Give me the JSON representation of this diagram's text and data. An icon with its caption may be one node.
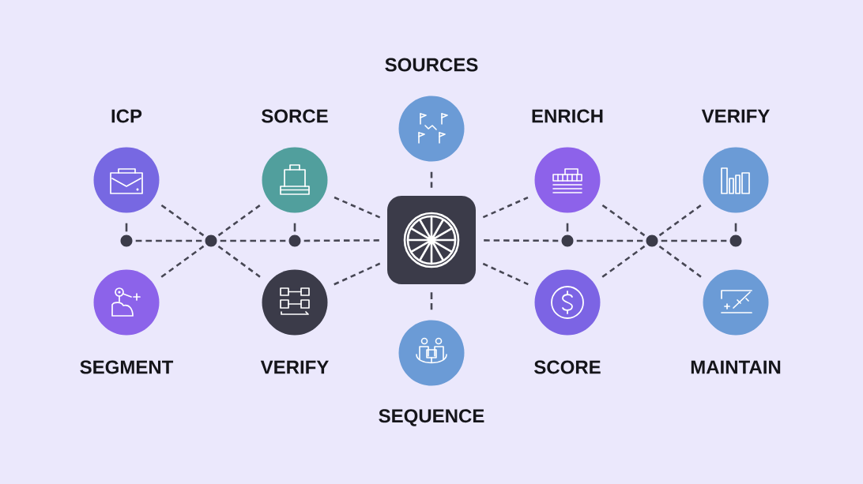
{
  "diagram": {
    "nodes": [
      {
        "text": [
          "SOURCES"
        ]
      },
      {
        "text": [
          "ICP"
        ]
      },
      {
        "text": [
          "SORCE"
        ]
      },
      {
        "text": [
          "ENRICH"
        ]
      },
      {
        "text": [
          "VERIFY"
        ]
      },
      {
        "text": [],
        "shape": "dot"
      },
      {
        "text": [],
        "shape": "dot"
      },
      {
        "text": [],
        "shape": "dot"
      },
      {
        "text": [],
        "shape": "box"
      },
      {
        "text": [],
        "shape": "dot"
      },
      {
        "text": [],
        "shape": "dot"
      },
      {
        "text": [],
        "shape": "dot"
      },
      {
        "text": [
          "SEGMENT"
        ]
      },
      {
        "text": [
          "VERIFY"
        ]
      },
      {
        "text": [
          "SCORE"
        ]
      },
      {
        "text": [
          "MAINTAIN"
        ]
      },
      {
        "text": [
          "SEQUENCE"
        ]
      }
    ],
    "edges": [
      {
        "from": 1,
        "to": 5,
        "arrow": "none",
        "style": "dashed"
      },
      {
        "from": 5,
        "to": 6,
        "arrow": "none",
        "style": "dashed"
      },
      {
        "from": 1,
        "to": 6,
        "arrow": "none",
        "style": "dashed"
      },
      {
        "from": 12,
        "to": 6,
        "arrow": "none",
        "style": "dashed"
      },
      {
        "from": 6,
        "to": 2,
        "arrow": "none",
        "style": "dashed"
      },
      {
        "from": 6,
        "to": 13,
        "arrow": "none",
        "style": "dashed"
      },
      {
        "from": 6,
        "to": 7,
        "arrow": "none",
        "style": "dashed"
      },
      {
        "from": 2,
        "to": 7,
        "arrow": "none",
        "style": "dashed"
      },
      {
        "from": 7,
        "to": 8,
        "arrow": "none",
        "style": "dashed"
      },
      {
        "from": 2,
        "to": 8,
        "arrow": "none",
        "style": "dashed"
      },
      {
        "from": 13,
        "to": 8,
        "arrow": "none",
        "style": "dashed"
      },
      {
        "from": 0,
        "to": 8,
        "arrow": "none",
        "style": "dashed"
      },
      {
        "from": 8,
        "to": 16,
        "arrow": "none",
        "style": "dashed"
      },
      {
        "from": 8,
        "to": 3,
        "arrow": "none",
        "style": "dashed"
      },
      {
        "from": 8,
        "to": 14,
        "arrow": "none",
        "style": "dashed"
      },
      {
        "from": 8,
        "to": 9,
        "arrow": "none",
        "style": "dashed"
      },
      {
        "from": 3,
        "to": 9,
        "arrow": "none",
        "style": "dashed"
      },
      {
        "from": 9,
        "to": 10,
        "arrow": "none",
        "style": "dashed"
      },
      {
        "from": 3,
        "to": 10,
        "arrow": "none",
        "style": "dashed"
      },
      {
        "from": 14,
        "to": 10,
        "arrow": "none",
        "style": "dashed"
      },
      {
        "from": 10,
        "to": 4,
        "arrow": "none",
        "style": "dashed"
      },
      {
        "from": 10,
        "to": 15,
        "arrow": "none",
        "style": "dashed"
      },
      {
        "from": 10,
        "to": 11,
        "arrow": "none",
        "style": "dashed"
      },
      {
        "from": 4,
        "to": 11,
        "arrow": "none",
        "style": "dashed"
      }
    ]
  }
}
